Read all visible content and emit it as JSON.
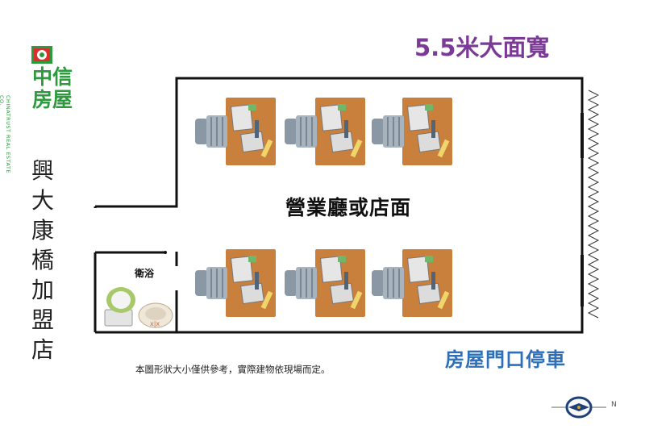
{
  "logo": {
    "name_line1": "中信",
    "name_line2": "房屋",
    "english": "CHINATRUST REAL ESTATE CO."
  },
  "store_name_vertical": [
    "興",
    "大",
    "康",
    "橋",
    "加",
    "盟",
    "店"
  ],
  "headline": "5.5米大面寬",
  "floorplan": {
    "main_area_label": "營業廳或店面",
    "bathroom_label": "衛浴"
  },
  "parking_label": "房屋門口停車",
  "disclaimer": "本圖形狀大小僅供參考，實際建物依現場而定。",
  "compass": {
    "direction_label": "N"
  },
  "colors": {
    "desk": "#c9803d",
    "chair": "#8a98a5",
    "headline": "#7a3a96",
    "parking": "#2d6fb8",
    "logo": "#2e9a3e"
  }
}
